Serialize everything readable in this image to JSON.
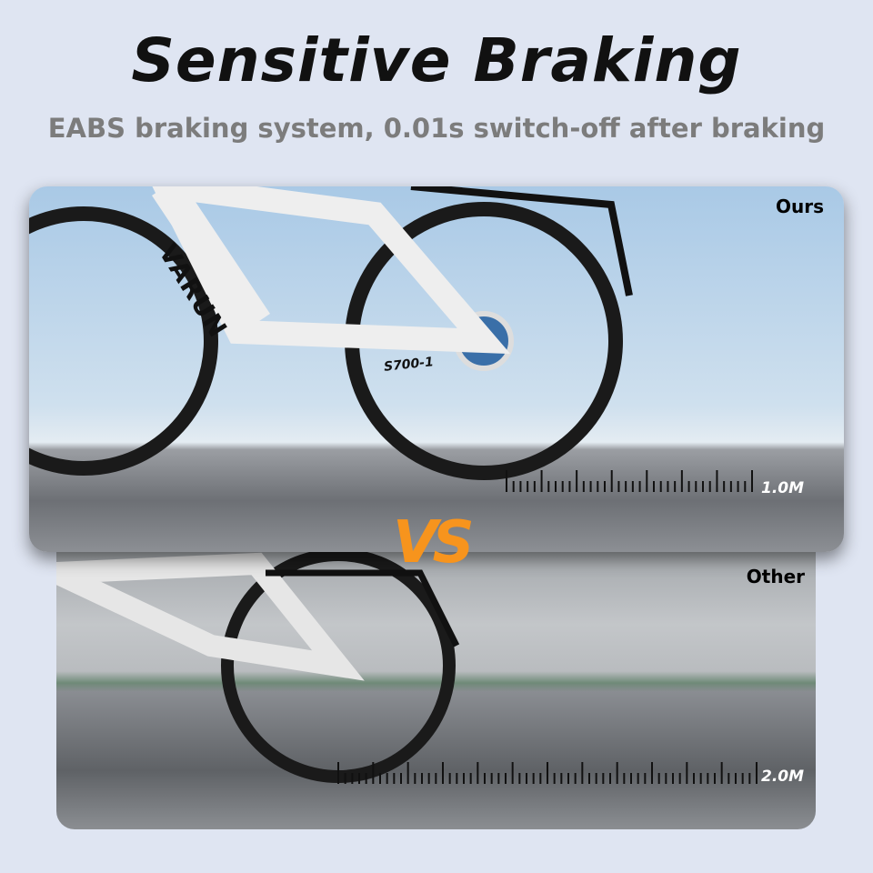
{
  "header": {
    "title": "Sensitive Braking",
    "subtitle": "EABS braking system, 0.01s switch-off after braking"
  },
  "ours": {
    "label": "Ours",
    "distance": "1.0M",
    "brand": "VARUN",
    "model": "S700-1"
  },
  "other": {
    "label": "Other",
    "distance": "2.0M"
  },
  "vs": "VS",
  "colors": {
    "accent": "#f7941d",
    "background": "#dfe5f2"
  }
}
